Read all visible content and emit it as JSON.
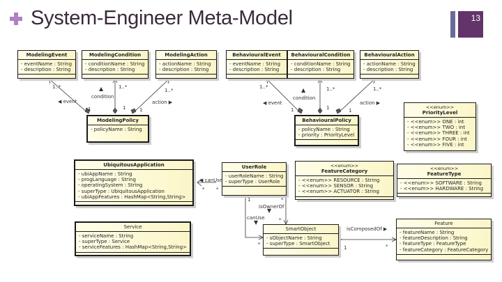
{
  "slide": {
    "title": "System-Engineer Meta-Model",
    "page_number": "13",
    "accent_color": "#63346a",
    "plus_color": "#b080c0"
  },
  "classes": {
    "modeling_event": {
      "name": "ModelingEvent",
      "attributes": [
        "- eventName : String",
        "- description : String"
      ]
    },
    "modeling_condition": {
      "name": "ModelingCondition",
      "attributes": [
        "- conditionName : String",
        "- description : String"
      ]
    },
    "modeling_action": {
      "name": "ModelingAction",
      "attributes": [
        "- actionName : String",
        "- description : String"
      ]
    },
    "behavioural_event": {
      "name": "BehaviouralEvent",
      "attributes": [
        "- eventName : String",
        "- description : String"
      ]
    },
    "behavioural_condition": {
      "name": "BehaviouralCondition",
      "attributes": [
        "- conditionName : String",
        "- description : String"
      ]
    },
    "behavioural_action": {
      "name": "BehaviouralAction",
      "attributes": [
        "- actionName : String",
        "- description : String"
      ]
    },
    "priority_level": {
      "stereotype": "<<enum>>",
      "name": "PriorityLevel",
      "attributes": [
        "- <<enum>> ONE : int",
        "- <<enum>> TWO : int",
        "- <<enum>> THREE : int",
        "- <<enum>> FOUR : int",
        "- <<enum>> FIVE : int"
      ]
    },
    "modeling_policy": {
      "name": "ModelingPolicy",
      "attributes": [
        "- policyName : String"
      ]
    },
    "behavioural_policy": {
      "name": "BehaviouralPolicy",
      "attributes": [
        "- policyName : String",
        "- priority : PriorityLevel"
      ]
    },
    "ubiquitous_application": {
      "name": "UbiquitousApplication",
      "attributes": [
        "- ubiAppName : String",
        "- progLanguage : String",
        "- operatingSystem : String",
        "- superType : UbiquitousApplication",
        "- ubiAppFeatures : HashMap<String,String>"
      ]
    },
    "user_role": {
      "name": "UserRole",
      "attributes": [
        "- userRoleName : String",
        "- superType : UserRole"
      ]
    },
    "feature_category": {
      "stereotype": "<<enum>>",
      "name": "FeatureCategory",
      "attributes": [
        "- <<enum>> RESOURCE : String",
        "- <<enum>> SENSOR : String",
        "- <<enum>> ACTUATOR : String"
      ]
    },
    "feature_type": {
      "stereotype": "<<enum>>",
      "name": "FeatureType",
      "attributes": [
        "- <<enum>> SOFTWARE : String",
        "- <<enum>> HARDWARE : String"
      ]
    },
    "service": {
      "name": "Service",
      "attributes": [
        "- serviceName : String",
        "- superType : Service",
        "- serviceFeatures : HashMap<String,String>"
      ]
    },
    "smart_object": {
      "name": "SmartObject",
      "attributes": [
        "- sObjectName : String",
        "- superType : SmartObject"
      ]
    },
    "feature": {
      "name": "Feature",
      "attributes": [
        "- featureName : String",
        "- featureDescription : String",
        "- featureType : FeatureType",
        "- featureCategory : FeatureCategory"
      ]
    }
  },
  "labels": {
    "m_event": "◀ event",
    "m_condition": "condition",
    "m_action": "action ▶",
    "b_event": "◀ event",
    "b_condition": "condition",
    "b_action": "action ▶",
    "can_use_1": "◀ canUse",
    "can_use_2": "canUse",
    "is_owner_of": "isOwnerOf",
    "is_composed_of": "isComposedOf ▶",
    "mult_many": "1..*",
    "mult_one": "1",
    "mult_star": "*",
    "triangle_up": "▲",
    "triangle_down": "▼"
  }
}
